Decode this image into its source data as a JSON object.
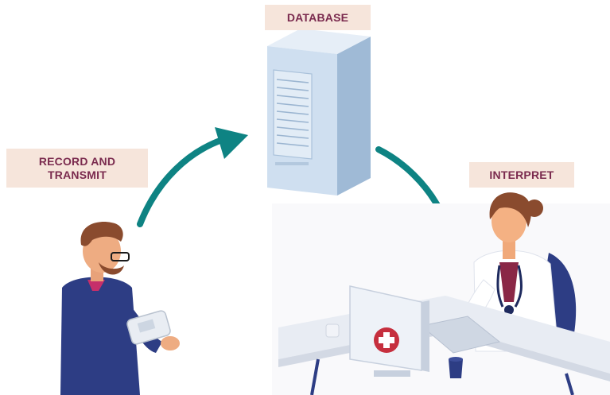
{
  "labels": {
    "database": "DATABASE",
    "record_transmit": "RECORD AND\nTRANSMIT",
    "interpret": "INTERPRET"
  },
  "icons": {
    "server": "server-tower-icon",
    "patient": "patient-with-bp-monitor-icon",
    "doctor": "doctor-at-desk-icon",
    "arrow_up": "curved-arrow-up-icon",
    "arrow_down": "curved-arrow-down-icon"
  },
  "colors": {
    "label_bg": "#f6e5db",
    "label_text": "#7a2a4e",
    "arrow": "#0e8383",
    "server": "#cfe0f0"
  }
}
